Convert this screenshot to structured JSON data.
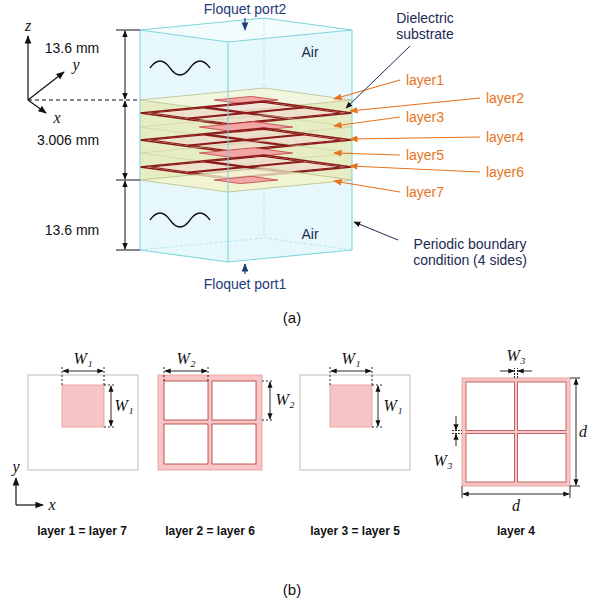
{
  "diagram": {
    "labels": [
      "z",
      "y",
      "x",
      "13.6 mm",
      "Floquet port2",
      "Dielectric substrate",
      "Air",
      "layer1",
      "layer2",
      "layer3",
      "layer4",
      "layer5",
      "layer6",
      "layer7",
      "3.006 mm",
      "13.6 mm",
      "Air",
      "Periodic boundary condition (4 sides)",
      "Floquet port1",
      "(a)",
      "W₁",
      "W₁",
      "W₂",
      "W₂",
      "W₁",
      "W₁",
      "W₃",
      "W₃",
      "d",
      "d",
      "y",
      "x",
      "layer 1 = layer 7",
      "layer 2 = layer 6",
      "layer 3 = layer 5",
      "layer 4",
      "(b)"
    ]
  }
}
